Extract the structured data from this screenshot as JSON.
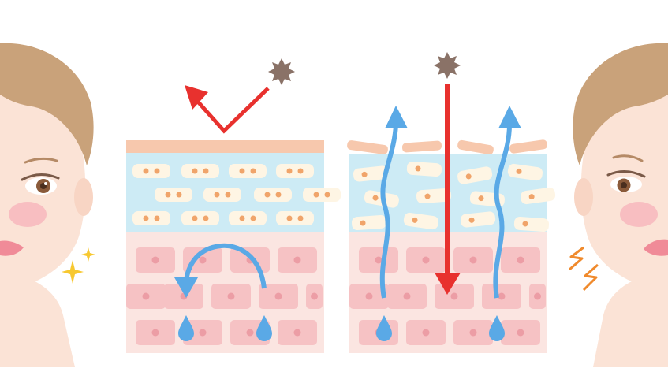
{
  "illustration": {
    "left_face": {
      "mood": "happy",
      "sparkle_icon": "sparkle-icon"
    },
    "right_face": {
      "mood": "troubled",
      "irritation_icon": "lightning-icon"
    },
    "healthy_skin": {
      "barrier": "intact",
      "uv_effect": "reflected",
      "moisture": "retained",
      "icons": [
        "sun-burst-icon",
        "reflect-arrow-icon",
        "circulate-arrow-icon",
        "water-drop-icon"
      ]
    },
    "damaged_skin": {
      "barrier": "broken",
      "uv_effect": "penetrates",
      "moisture": "escaping",
      "icons": [
        "sun-burst-icon",
        "penetrate-arrow-icon",
        "escape-arrow-icon",
        "water-drop-icon"
      ]
    },
    "colors": {
      "skin": "#fbe3d6",
      "hair": "#c9a27a",
      "blush": "#f6aab5",
      "stratum_corneum": "#f7c8ad",
      "upper_layer": "#cdebf5",
      "lower_layer": "#fbe5e1",
      "cell_pink": "#f6c2c4",
      "nucleus": "#ec9da5",
      "cell_cream": "#fef5e4",
      "nucleus_orange": "#f0a46a",
      "uv_arrow": "#e8312e",
      "water": "#5aa9e6",
      "uv_particle": "#8a7267",
      "sparkle": "#f7c830",
      "lightning": "#f08a2c"
    }
  }
}
